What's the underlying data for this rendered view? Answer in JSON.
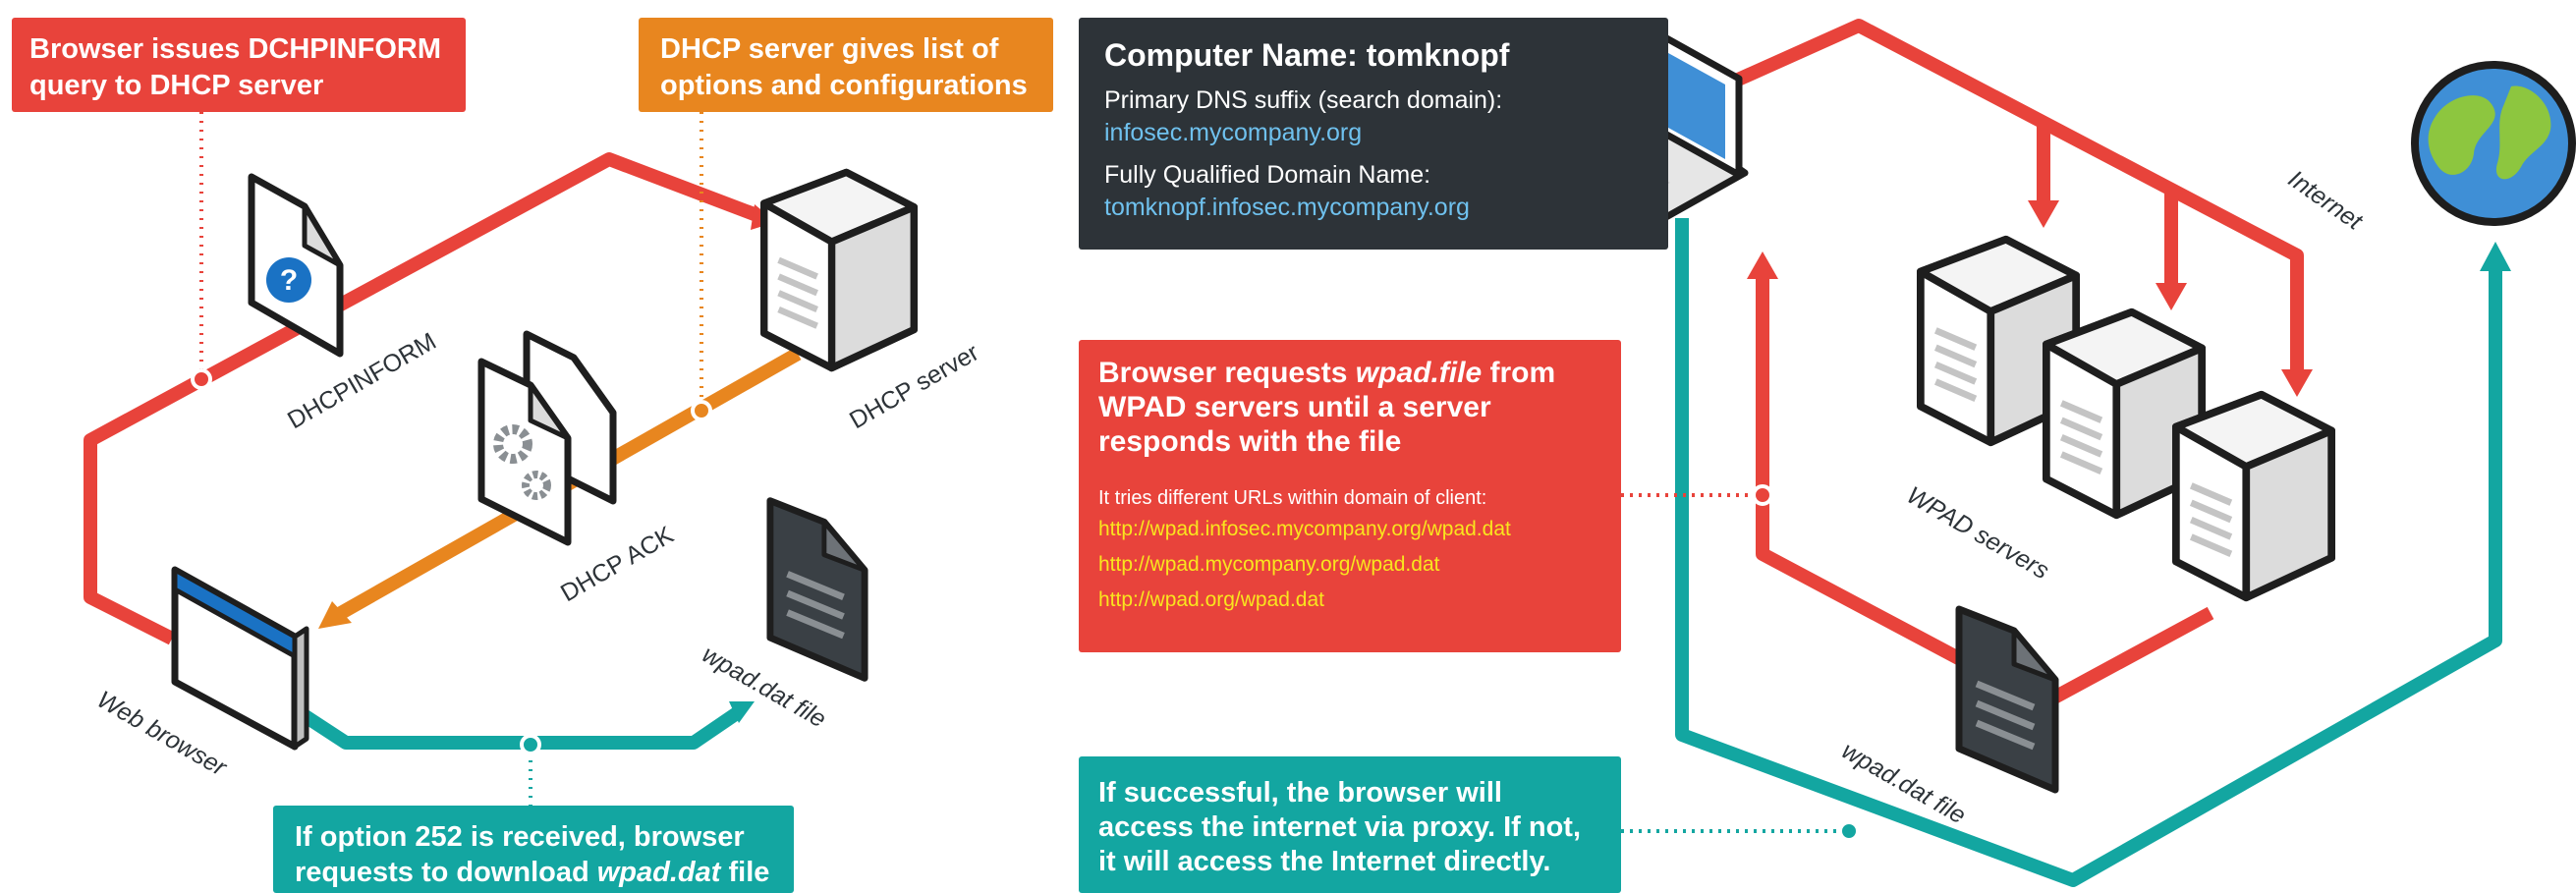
{
  "left": {
    "box_dhcpinform": [
      "Browser issues DCHPINFORM",
      "query to DHCP server"
    ],
    "box_dhcp_server": [
      "DHCP server gives list of",
      "options and configurations"
    ],
    "box_option252": {
      "line1": "If option 252 is received, browser",
      "line2_pre": "requests to download ",
      "line2_em": "wpad.dat",
      "line2_post": " file"
    },
    "label_dhcpinform": "DHCPINFORM",
    "label_dhcp_server": "DHCP server",
    "label_dhcp_ack": "DHCP ACK",
    "label_web_browser": "Web browser",
    "label_wpad_file": "wpad.dat file"
  },
  "right": {
    "computer": {
      "name": "Computer Name: tomknopf",
      "dns_label": "Primary DNS suffix (search domain):",
      "dns_value": "infosec.mycompany.org",
      "fqdn_label": "Fully Qualified Domain Name:",
      "fqdn_value": "tomknopf.infosec.mycompany.org"
    },
    "wpad_request": {
      "pre": "Browser requests ",
      "em": "wpad.file",
      "post": " from",
      "line2": "WPAD servers until a server",
      "line3": "responds with the file",
      "sub": "It tries different URLs within domain of client:",
      "urls": [
        "http://wpad.infosec.mycompany.org/wpad.dat",
        "http://wpad.mycompany.org/wpad.dat",
        "http://wpad.org/wpad.dat"
      ]
    },
    "success": [
      "If successful, the browser will",
      "access the internet via proxy. If not,",
      "it will access the Internet directly."
    ],
    "label_internet": "Internet",
    "label_wpad_servers": "WPAD servers",
    "label_wpad_file": "wpad.dat file"
  },
  "colors": {
    "red": "#e8433b",
    "orange": "#e8861f",
    "teal": "#13a6a1",
    "dark": "#2d3338",
    "link_blue": "#6fc1ee",
    "url_yellow": "#f9e51e",
    "earth_blue": "#3f8fd6",
    "earth_green": "#8dc63f"
  },
  "icons": [
    "question-document-icon",
    "server-icon",
    "settings-document-icon",
    "browser-window-icon",
    "wpad-file-icon",
    "laptop-icon",
    "globe-icon"
  ]
}
